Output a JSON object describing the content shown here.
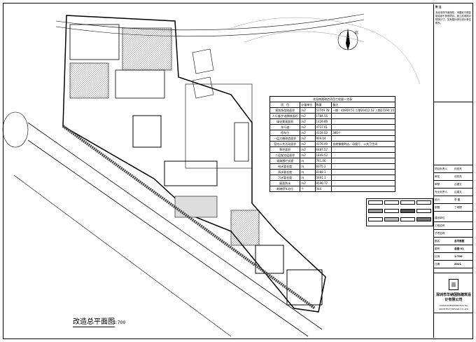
{
  "drawing": {
    "title": "改造总平面图",
    "scale": "1:700",
    "north_label": "北"
  },
  "quantity_table": {
    "title": "花园南路改造项目工程量一览表",
    "headers": [
      "项　目",
      "计量单位",
      "数量",
      "备注"
    ],
    "rows": [
      [
        "规划净用地面积",
        "m2",
        "51749.78",
        "一期：40959.51 二期20412.52 三期27294.15"
      ],
      [
        "人行道/步道铺装面积",
        "m2",
        "1784.55",
        ""
      ],
      [
        "绿化景观面积",
        "m2",
        "1426.89",
        ""
      ],
      [
        "车行道",
        "m2",
        "4737.61",
        ""
      ],
      [
        "停车位",
        "m2",
        "4128.50",
        "380个"
      ],
      [
        "一层大棚改造面积",
        "m2",
        "909.04",
        ""
      ],
      [
        "室内公共活动面积",
        "m2",
        "4176.49",
        "含商铺便利店、母婴厅、公共卫生间"
      ],
      [
        "草坪面积",
        "m2",
        "6487.57",
        ""
      ],
      [
        "二层架空层面积",
        "m2",
        "1849.52",
        ""
      ],
      [
        "道路围栏长度",
        "m",
        "761.06",
        ""
      ],
      [
        "给水管长度",
        "m",
        "6075.2",
        ""
      ],
      [
        "雨水管长度",
        "m",
        "8188.1",
        ""
      ],
      [
        "污水管长度",
        "m",
        "5691.1",
        ""
      ],
      [
        "屋面防水",
        "m2",
        "9590.77",
        ""
      ],
      [
        "新增停车泊位",
        "个",
        "344",
        ""
      ]
    ]
  },
  "title_block": {
    "notes_title": "附 注",
    "notes": "未经本院书面授权，本图纸不得复制或用于其他项目。施工前请核对现场尺寸，如有疑问请与设计单位联系。",
    "roles": [
      {
        "role": "项目负责人",
        "name": "何宏亮"
      },
      {
        "role": "审定",
        "name": "刘宏亮"
      },
      {
        "role": "审核",
        "name": "吕建文"
      },
      {
        "role": "专业负责人",
        "name": "吕建文"
      },
      {
        "role": "设计",
        "name": "李 磊"
      },
      {
        "role": "制图",
        "name": "丁明理"
      }
    ],
    "fields": [
      {
        "label": "建设单位",
        "value": ""
      },
      {
        "label": "工程名称",
        "value": ""
      },
      {
        "label": "子项名称",
        "value": ""
      },
      {
        "label": "图名",
        "value": "总平面图"
      },
      {
        "label": "图号",
        "value": "总图-01"
      },
      {
        "label": "比例",
        "value": "1:700"
      },
      {
        "label": "日期",
        "value": "2021"
      }
    ],
    "company_cn": "深圳市华纳国际建筑设计有限公司",
    "company_en": "CHINA SHENZHEN HUA NA ARCHITECT DESIGN CO.,LTD"
  }
}
